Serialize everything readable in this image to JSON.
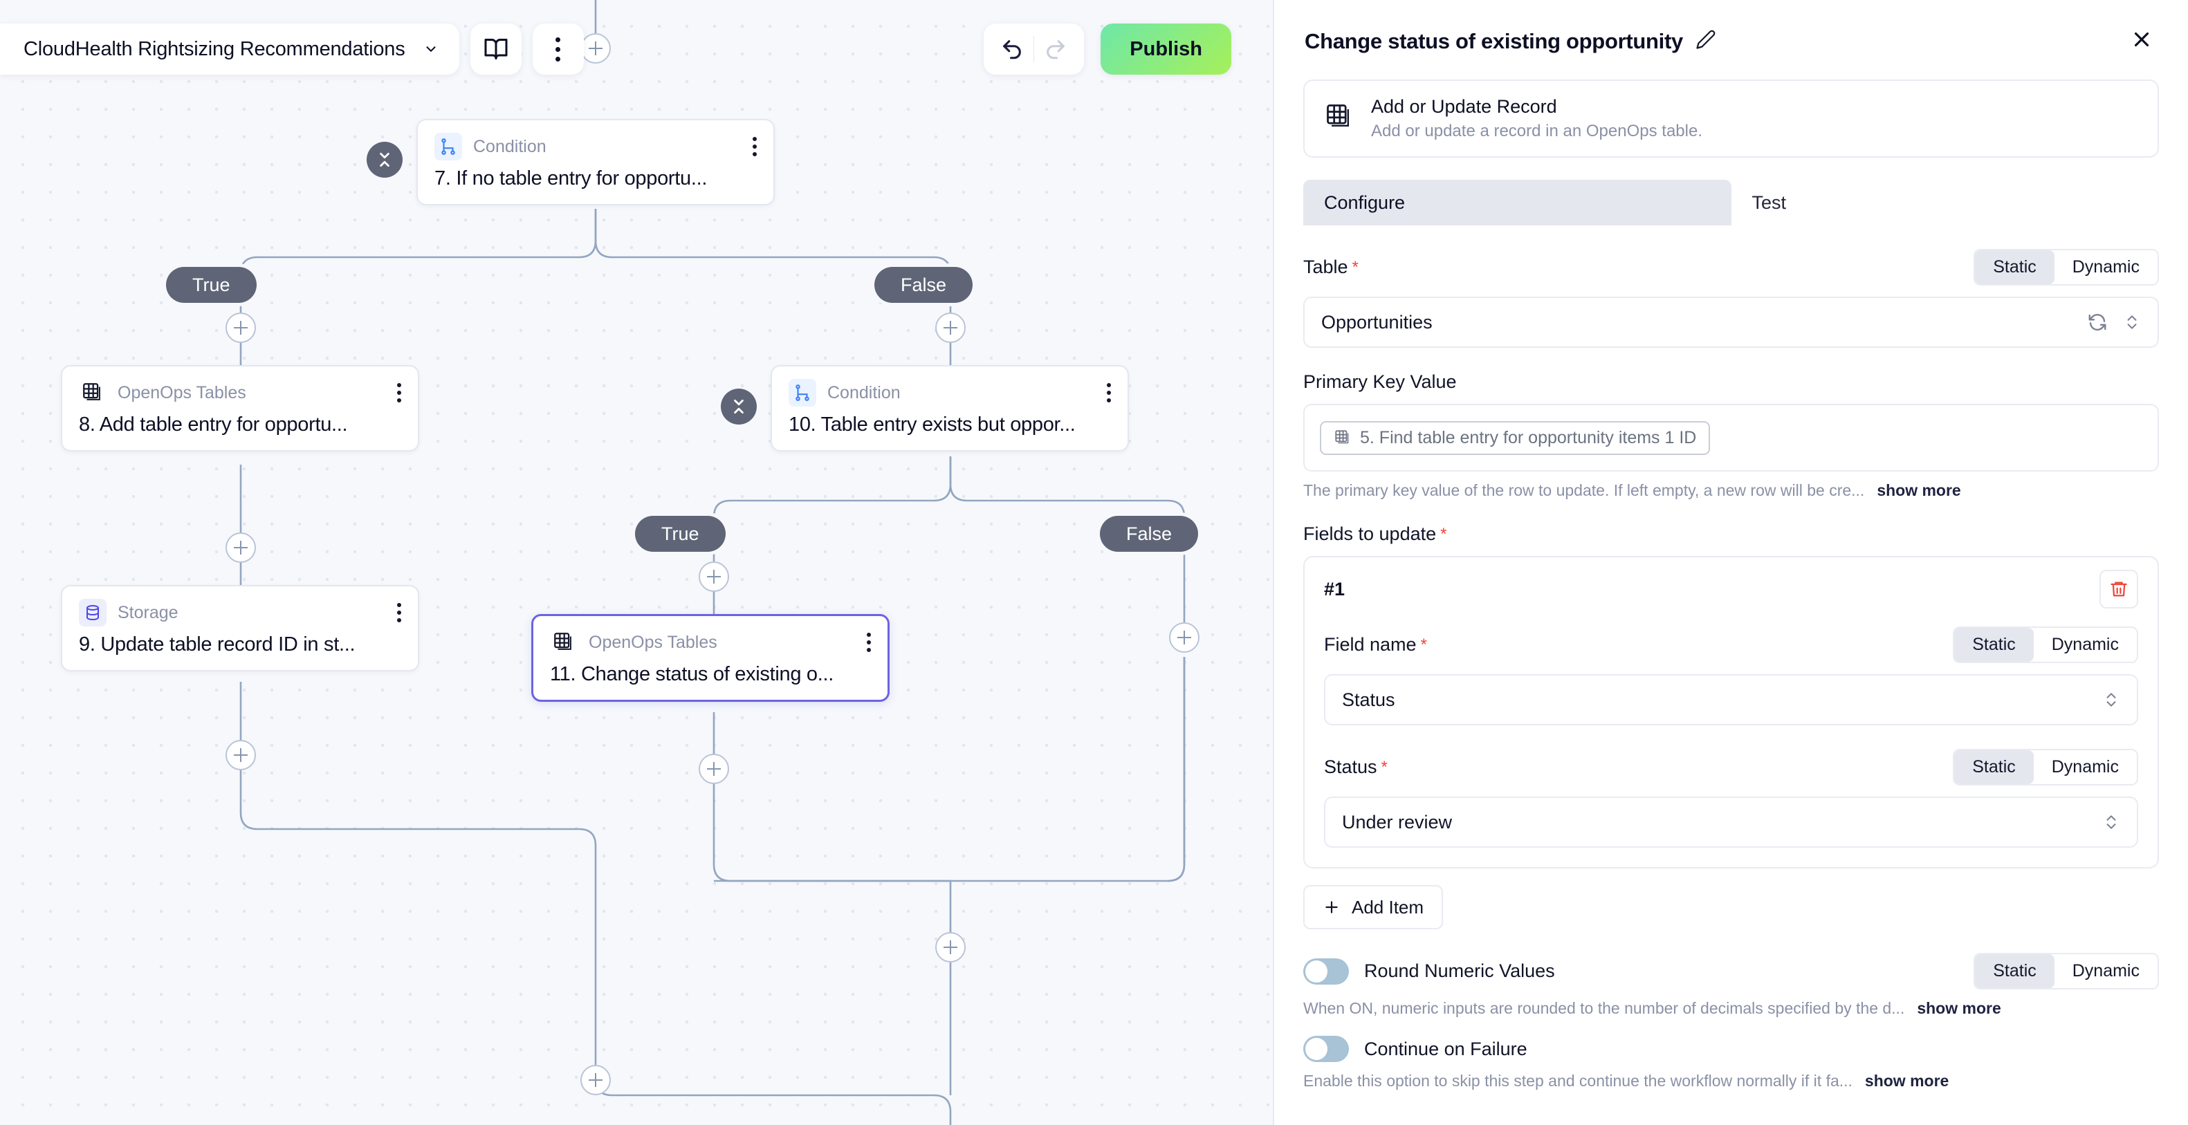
{
  "toolbar": {
    "workflow_name": "CloudHealth Rightsizing Recommendations",
    "chevron_icon": "chevron-down-icon",
    "docs_icon": "book-icon",
    "more_icon": "more-vertical-icon",
    "undo_icon": "undo-icon",
    "redo_icon": "redo-icon",
    "publish_label": "Publish",
    "publish_gradient_from": "#6ee7a8",
    "publish_gradient_to": "#a6f05a"
  },
  "canvas": {
    "background": "#f6f8fc",
    "edge_color": "#93a5c0",
    "branch_label_bg": "#5f6577",
    "selected_node_border": "#6c63e0",
    "nodes": [
      {
        "type": "Condition",
        "title": "7. If no table entry for opportu...",
        "icon": "branch-icon",
        "selected": false
      },
      {
        "type": "OpenOps Tables",
        "title": "8. Add table entry for opportu...",
        "icon": "tables-icon",
        "selected": false
      },
      {
        "type": "Storage",
        "title": "9. Update table record ID in st...",
        "icon": "database-icon",
        "selected": false
      },
      {
        "type": "Condition",
        "title": "10. Table entry exists but oppor...",
        "icon": "branch-icon",
        "selected": false
      },
      {
        "type": "OpenOps Tables",
        "title": "11. Change status of existing o...",
        "icon": "tables-icon",
        "selected": true
      }
    ],
    "branch_labels": {
      "true": "True",
      "false": "False"
    }
  },
  "panel": {
    "title": "Change status of existing opportunity",
    "edit_icon": "pencil-icon",
    "close_icon": "close-icon",
    "action": {
      "icon": "tables-icon",
      "name": "Add or Update Record",
      "description": "Add or update a record in an OpenOps table."
    },
    "tabs": [
      {
        "label": "Configure",
        "active": true
      },
      {
        "label": "Test",
        "active": false
      }
    ],
    "segmented_options": {
      "static": "Static",
      "dynamic": "Dynamic"
    },
    "fields": {
      "table": {
        "label": "Table",
        "required": true,
        "mode": "Static",
        "value": "Opportunities",
        "refresh_icon": "refresh-icon",
        "chevron_icon": "chevron-up-down-icon"
      },
      "primary_key": {
        "label": "Primary Key Value",
        "required": false,
        "chip_icon": "tables-icon",
        "chip_text": "5. Find table entry for opportunity items 1 ID",
        "hint": "The primary key value of the row to update. If left empty, a new row will be cre...",
        "show_more": "show more"
      },
      "fields_to_update": {
        "label": "Fields to update",
        "required": true,
        "items": [
          {
            "index_label": "#1",
            "delete_icon": "trash-icon",
            "field_name": {
              "label": "Field name",
              "required": true,
              "mode": "Static",
              "value": "Status"
            },
            "status": {
              "label": "Status",
              "required": true,
              "mode": "Static",
              "value": "Under review"
            }
          }
        ],
        "add_item_label": "Add Item",
        "add_item_icon": "plus-icon"
      },
      "round_numeric": {
        "label": "Round Numeric Values",
        "enabled": false,
        "mode": "Static",
        "hint": "When ON, numeric inputs are rounded to the number of decimals specified by the d...",
        "show_more": "show more"
      },
      "continue_on_failure": {
        "label": "Continue on Failure",
        "enabled": false,
        "hint": "Enable this option to skip this step and continue the workflow normally if it fa...",
        "show_more": "show more"
      }
    }
  }
}
